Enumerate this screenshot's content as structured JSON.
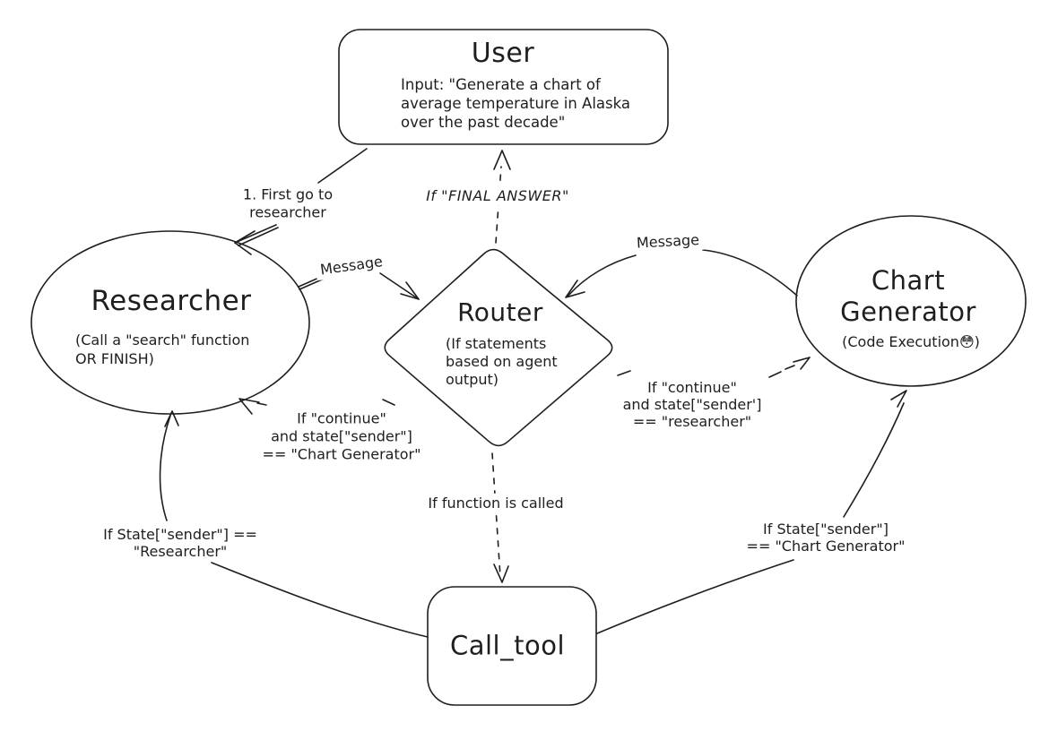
{
  "colors": {
    "stroke": "#1e1e1e",
    "background": "#ffffff"
  },
  "nodes": {
    "user": {
      "title": "User",
      "input": "Input: \"Generate a chart of\naverage temperature in Alaska\nover the past decade\""
    },
    "researcher": {
      "title": "Researcher",
      "subtitle": "(Call a \"search\" function\nOR FINISH)"
    },
    "router": {
      "title": "Router",
      "subtitle": "(If statements\nbased on agent\noutput)"
    },
    "chart_generator": {
      "title": "Chart\nGenerator",
      "subtitle": "(Code Execution😳)"
    },
    "call_tool": {
      "title": "Call_tool"
    }
  },
  "edges": {
    "first_go_to_researcher": "1. First go to\nresearcher",
    "if_final_answer": "If \"FINAL ANSWER\"",
    "message_researcher_to_router": "Message",
    "message_chart_generator_to_router": "Message",
    "if_continue_chart_generator": "If \"continue\"\nand state[\"sender\"]\n== \"Chart Generator\"",
    "if_continue_researcher": "If \"continue\"\nand state[\"sender']\n== \"researcher\"",
    "if_function_is_called": "If function is called",
    "if_state_researcher": "If State[\"sender\"] ==\n\"Researcher\"",
    "if_state_chart_generator": "If State[\"sender\"]\n== \"Chart Generator\""
  }
}
